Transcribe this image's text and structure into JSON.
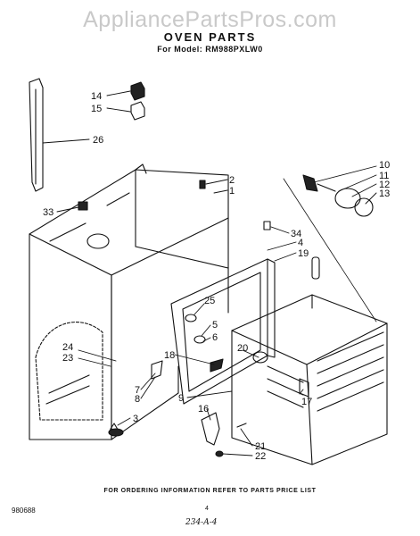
{
  "header": {
    "watermark": "AppliancePartsPros.com",
    "title": "OVEN PARTS",
    "model": "For Model: RM988PXLW0"
  },
  "footer": {
    "ordering_note": "FOR ORDERING INFORMATION REFER TO PARTS PRICE LIST",
    "figure_code": "980688",
    "page_number": "4",
    "handwritten": "234-A-4"
  },
  "callouts": [
    {
      "id": "c14",
      "text": "14"
    },
    {
      "id": "c15",
      "text": "15"
    },
    {
      "id": "c26",
      "text": "26"
    },
    {
      "id": "c33",
      "text": "33"
    },
    {
      "id": "c2",
      "text": "2"
    },
    {
      "id": "c1",
      "text": "1"
    },
    {
      "id": "c10",
      "text": "10"
    },
    {
      "id": "c11",
      "text": "11"
    },
    {
      "id": "c12",
      "text": "12"
    },
    {
      "id": "c13",
      "text": "13"
    },
    {
      "id": "c34",
      "text": "34"
    },
    {
      "id": "c4",
      "text": "4"
    },
    {
      "id": "c19",
      "text": "19"
    },
    {
      "id": "c25",
      "text": "25"
    },
    {
      "id": "c5",
      "text": "5"
    },
    {
      "id": "c6",
      "text": "6"
    },
    {
      "id": "c20",
      "text": "20"
    },
    {
      "id": "c18",
      "text": "18"
    },
    {
      "id": "c24",
      "text": "24"
    },
    {
      "id": "c23",
      "text": "23"
    },
    {
      "id": "c7",
      "text": "7"
    },
    {
      "id": "c8",
      "text": "8"
    },
    {
      "id": "c3",
      "text": "3"
    },
    {
      "id": "c9",
      "text": "9"
    },
    {
      "id": "c16",
      "text": "16"
    },
    {
      "id": "c17",
      "text": "17"
    },
    {
      "id": "c21",
      "text": "21"
    },
    {
      "id": "c22",
      "text": "22"
    }
  ]
}
